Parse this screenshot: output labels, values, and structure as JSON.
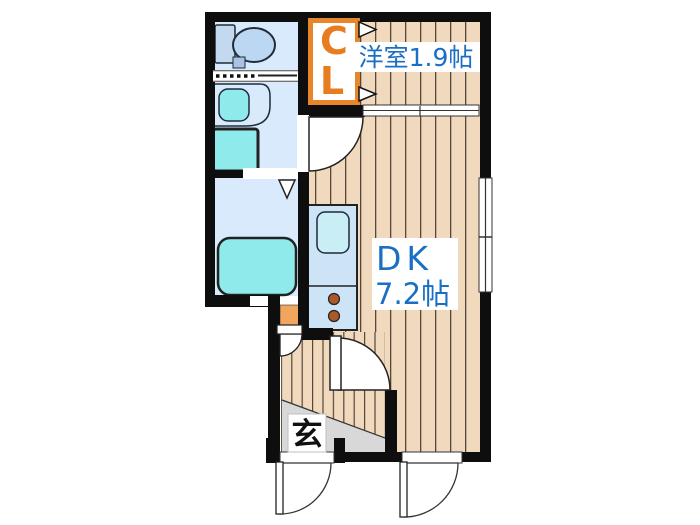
{
  "floorplan": {
    "title": "apartment floor plan",
    "labels": {
      "closet_letter_top": "C",
      "closet_letter_bottom": "L",
      "western_room": "洋室1.9帖",
      "dk_abbrev": "DK",
      "dk_size": "7.2帖",
      "entrance": "玄"
    },
    "colors": {
      "wall": "#0e0e0e",
      "wood_floor": "#f1d9bd",
      "wet_room_floor": "#d9eafc",
      "fixture_teal": "#8feaec",
      "kitchen_body": "#cde3f6",
      "closet_border_orange": "#e8862c",
      "label_blue": "#1a6fc4",
      "closet_letter_orange": "#e87c20",
      "pillar_orange": "#f2a55c",
      "genkan_gray": "#d8d8d8",
      "burner_brown": "#a85a28"
    }
  }
}
